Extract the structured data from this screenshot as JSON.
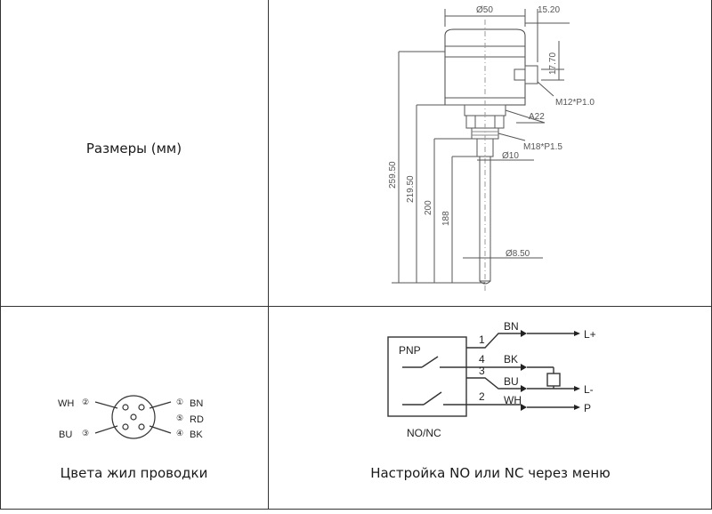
{
  "table": {
    "row1_label": "Размеры (мм)",
    "row2_left_label": "Цвета жил проводки",
    "row2_right_label": "Настройка NO или NC через меню"
  },
  "dimensions": {
    "housing_diameter": "Ø50",
    "connector_offset": "15.20",
    "connector_height": "17.70",
    "connector_thread": "M12*P1.0",
    "wrench_size": "A22",
    "process_thread": "M18*P1.5",
    "rod_top_diameter": "Ø10",
    "rod_diameter": "Ø8.50",
    "length_total": "259.50",
    "length_219": "219.50",
    "length_200": "200",
    "length_188": "188"
  },
  "connector_pinout": {
    "pins": [
      {
        "num": "①",
        "color": "BN"
      },
      {
        "num": "②",
        "color": "WH"
      },
      {
        "num": "③",
        "color": "BU"
      },
      {
        "num": "④",
        "color": "BK"
      },
      {
        "num": "⑤",
        "color": "RD"
      }
    ]
  },
  "wiring": {
    "output_type": "PNP",
    "mode": "NO/NC",
    "wires": [
      {
        "num": "1",
        "color": "BN",
        "terminal": "L+"
      },
      {
        "num": "4",
        "color": "BK",
        "terminal": ""
      },
      {
        "num": "3",
        "color": "BU",
        "terminal": "L-"
      },
      {
        "num": "2",
        "color": "WH",
        "terminal": "P"
      }
    ]
  }
}
